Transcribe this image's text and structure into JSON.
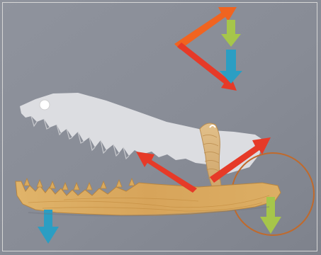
{
  "scene": {
    "colors": {
      "backdrop": "#8a8e98",
      "backdrop_light": "#9a9ea8",
      "paper_jaw": "#dadbdf",
      "wood_jaw": "#d9aa5e",
      "wood_grain": "#c58f42",
      "muscle": "#d8b27a",
      "red_arrow": "#e83c2a",
      "orange_arrow": "#f26a22",
      "green_arrow": "#a6c64a",
      "blue_arrow": "#2b9ec3",
      "circle": "#c06a2c",
      "pivot": "#ffffff"
    },
    "icons": [
      "red-arrow",
      "orange-arrow",
      "green-arrow",
      "blue-arrow",
      "circle-outline",
      "pivot-pin"
    ]
  }
}
